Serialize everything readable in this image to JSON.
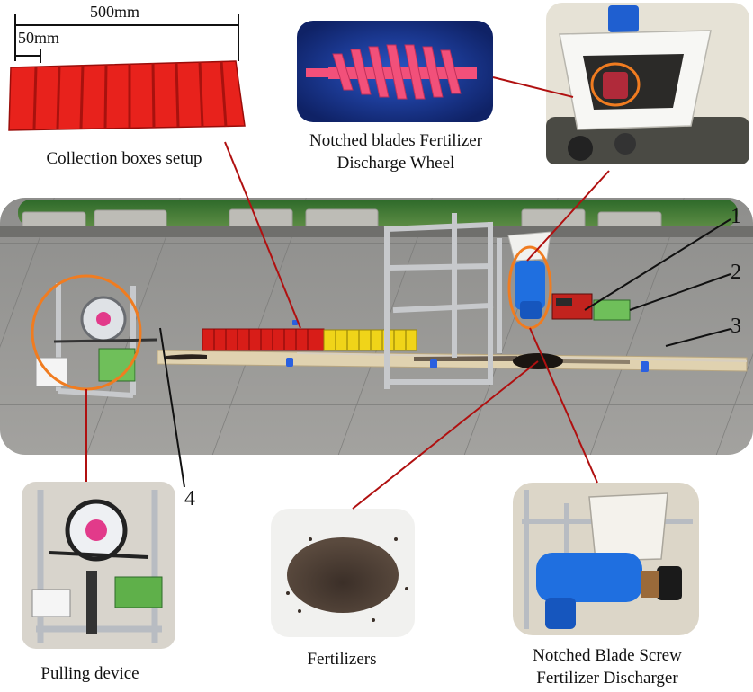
{
  "dimensions": {
    "total": "500mm",
    "cell": "50mm"
  },
  "captions": {
    "collection_boxes": "Collection boxes setup",
    "discharge_wheel_line1": "Notched blades Fertilizer",
    "discharge_wheel_line2": "Discharge Wheel",
    "pulling_device": "Pulling device",
    "fertilizers": "Fertilizers",
    "discharger_line1": "Notched Blade Screw",
    "discharger_line2": "Fertilizer Discharger"
  },
  "callouts": {
    "n1": "1",
    "n2": "2",
    "n3": "3",
    "n4": "4"
  },
  "colors": {
    "leader": "#b01010",
    "highlight_circle": "#f07c20",
    "collection_box_red": "#e8221c",
    "collection_box_yellow": "#f2d91a",
    "discharger_blue": "#1f6fe0",
    "wheel_pink": "#f2507a",
    "wheel_background": "#1a3aa0"
  },
  "icons": [
    "collection-box-tray",
    "discharge-wheel",
    "hopper-photo",
    "pulling-device-photo",
    "fertilizer-pile",
    "discharger-photo"
  ]
}
